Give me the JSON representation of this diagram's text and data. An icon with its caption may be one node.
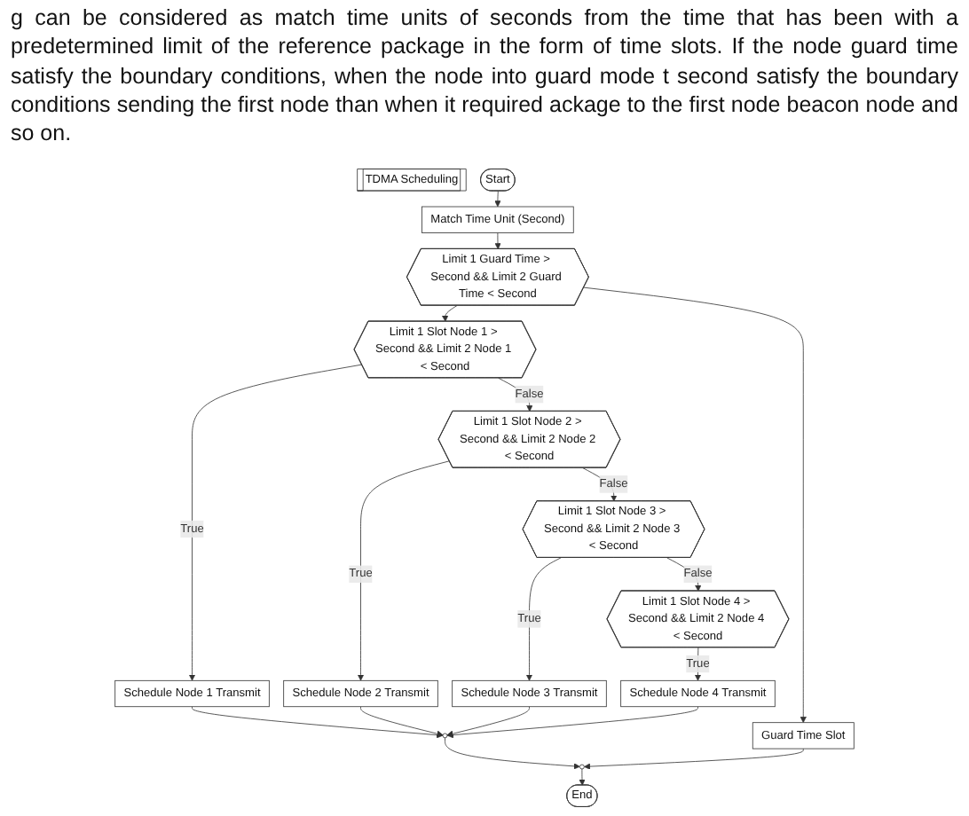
{
  "diagram": {
    "nodes": [
      {
        "text": [
          "TDMA Scheduling"
        ]
      },
      {
        "text": [
          "Start"
        ]
      },
      {
        "text": [
          "Match Time Unit (Second)"
        ]
      },
      {
        "text": [
          "Limit 1 Guard Time > Second && Limit 2 Guard Time < Second"
        ]
      },
      {
        "text": [
          "Limit 1 Slot Node 1 > Second && Limit 2 Node 1 < Second"
        ]
      },
      {
        "text": [
          "Schedule Node 1 Transmit"
        ]
      },
      {
        "text": [
          "Limit 1 Slot Node 2 > Second && Limit 2 Node 2 < Second"
        ]
      },
      {
        "text": [
          "Schedule Node 2 Transmit"
        ]
      },
      {
        "text": [
          "Guard Time Slot"
        ]
      },
      {
        "text": [
          "Limit 1 Slot Node 3 > Second && Limit 2 Node 3 < Second"
        ]
      },
      {
        "text": [
          "Schedule Node 3 Transmit"
        ]
      },
      {
        "text": [
          "Limit 1 Slot Node 4 > Second && Limit 2 Node 4 < Second"
        ]
      },
      {
        "text": [
          "Schedule Node 4 Transmit"
        ]
      },
      {
        "text": [],
        "shape": "circle"
      },
      {
        "text": [],
        "shape": "circle"
      },
      {
        "text": [
          "End"
        ]
      }
    ],
    "edges": [
      {
        "from": 1,
        "to": 2,
        "arrow": "to"
      },
      {
        "from": 2,
        "to": 3,
        "arrow": "to"
      },
      {
        "from": 3,
        "to": 4,
        "arrow": "to"
      },
      {
        "from": 3,
        "to": 8,
        "arrow": "to"
      },
      {
        "from": 4,
        "to": 5,
        "arrow": "to",
        "label": "True"
      },
      {
        "from": 4,
        "to": 6,
        "arrow": "to",
        "label": "False"
      },
      {
        "from": 6,
        "to": 7,
        "arrow": "to",
        "label": "True"
      },
      {
        "from": 6,
        "to": 9,
        "arrow": "to",
        "label": "False"
      },
      {
        "from": 9,
        "to": 10,
        "arrow": "to",
        "label": "True"
      },
      {
        "from": 9,
        "to": 11,
        "arrow": "to",
        "label": "False"
      },
      {
        "from": 11,
        "to": 12,
        "arrow": "to",
        "label": "True"
      },
      {
        "from": 5,
        "to": 14,
        "arrow": "to"
      },
      {
        "from": 7,
        "to": 14,
        "arrow": "to"
      },
      {
        "from": 10,
        "to": 14,
        "arrow": "to"
      },
      {
        "from": 12,
        "to": 14,
        "arrow": "to"
      },
      {
        "from": 14,
        "to": 13,
        "arrow": "to"
      },
      {
        "from": 8,
        "to": 13,
        "arrow": "to"
      },
      {
        "from": 13,
        "to": 15,
        "arrow": "to"
      }
    ],
    "labels": [
      "g can be considered as match time units of seconds from the time that has been with a predetermined limit of the reference package in the form of time slots. If the node guard time satisfy the boundary conditions, when the node into guard mode t second satisfy the boundary conditions sending the first node than when it required ackage to the first node beacon node and so on."
    ]
  }
}
